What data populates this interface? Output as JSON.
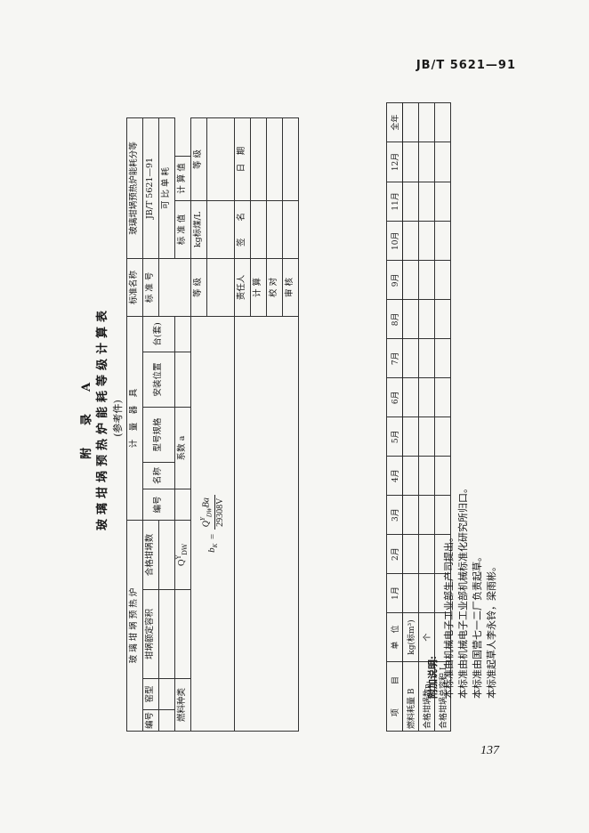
{
  "doc_code": "JB/T 5621—91",
  "page_number": "137",
  "annex": "附　录　A",
  "title": "玻璃坩埚预热炉能耗等级计算表",
  "subtitle": "(参考件)",
  "header": {
    "furnace_group": "玻 璃 坩 埚 预 热 炉",
    "meters_group": "计　量　器　具",
    "code": "编号",
    "chamber": "窑型",
    "crucible_volume": "坩埚额定容积",
    "qualified_count": "合格坩埚数",
    "mcode": "编号",
    "mname": "名称",
    "mspec": "型号规格",
    "mpos": "安装位置",
    "mqty": "台(套)",
    "std_name_label": "标准名称",
    "std_name_value": "玻璃坩埚预热炉能耗分等",
    "std_no_label": "标 准 号",
    "std_no_value": "JB/T 5621—91",
    "comparable": "可 比 单 耗",
    "std_value": "标 准 值",
    "calc_value": "计 算 值",
    "grade": "等 级",
    "unit_value": "kg标煤/L",
    "grade2": "等 级"
  },
  "fuel": {
    "label": "燃料种类",
    "q_symbol": "Q",
    "q_sup": "Y",
    "q_sub": "DW",
    "coef_label": "系数 a",
    "formula_lhs": "b",
    "formula_lhs_sub": "K",
    "formula_eq": "=",
    "formula_num": "Q",
    "formula_num_sup": "Y",
    "formula_num_sub": "DW",
    "formula_num_tail": "Ba",
    "formula_den": "29308V"
  },
  "signoff": {
    "responsible": "责任人",
    "sign": "签　　名",
    "date": "日　期",
    "calc": "计 算",
    "proof": "校 对",
    "review": "审 核"
  },
  "months_table": {
    "headers": [
      "项　　　目",
      "单　位",
      "1月",
      "2月",
      "3月",
      "4月",
      "5月",
      "6月",
      "7月",
      "8月",
      "9月",
      "10月",
      "11月",
      "12月",
      "全年"
    ],
    "rows": [
      [
        "燃料耗量 B",
        "kg(标m³)"
      ],
      [
        "合格坩埚数n₁",
        "个"
      ],
      [
        "合格坩埚总容积 L",
        ""
      ]
    ]
  },
  "notes": {
    "title": "附加说明:",
    "lines": [
      "本标准由机械电子工业部生产司提出。",
      "本标准由机械电子工业部机械标准化研究所归口。",
      "本标准由国营七一二厂负责起草。",
      "本标准起草人李永铃，梁雨彬。"
    ]
  }
}
